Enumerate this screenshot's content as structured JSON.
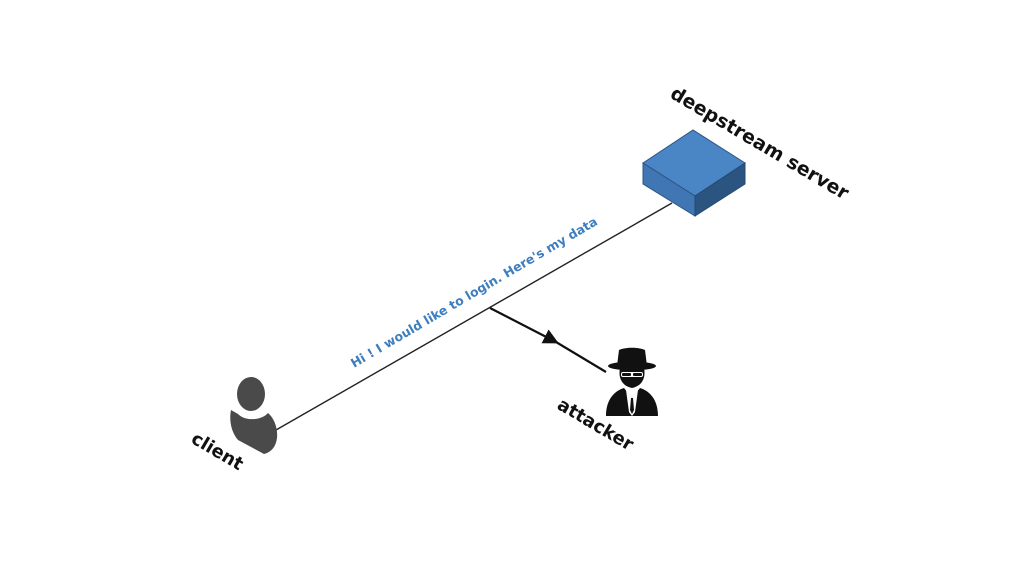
{
  "labels": {
    "server": "deepstream server",
    "client": "client",
    "attacker": "attacker",
    "message": "Hi ! I would like to login. Here's my data"
  },
  "icons": {
    "server": "server-cube-icon",
    "client": "user-silhouette-icon",
    "attacker": "spy-hacker-icon"
  },
  "colors": {
    "server_top": "#4a86c5",
    "server_left": "#3f76b3",
    "server_right": "#2c5480",
    "message_text": "#3d7ebf",
    "client_icon": "#4a4a4a",
    "attacker_icon": "#111111",
    "line": "#222222"
  }
}
